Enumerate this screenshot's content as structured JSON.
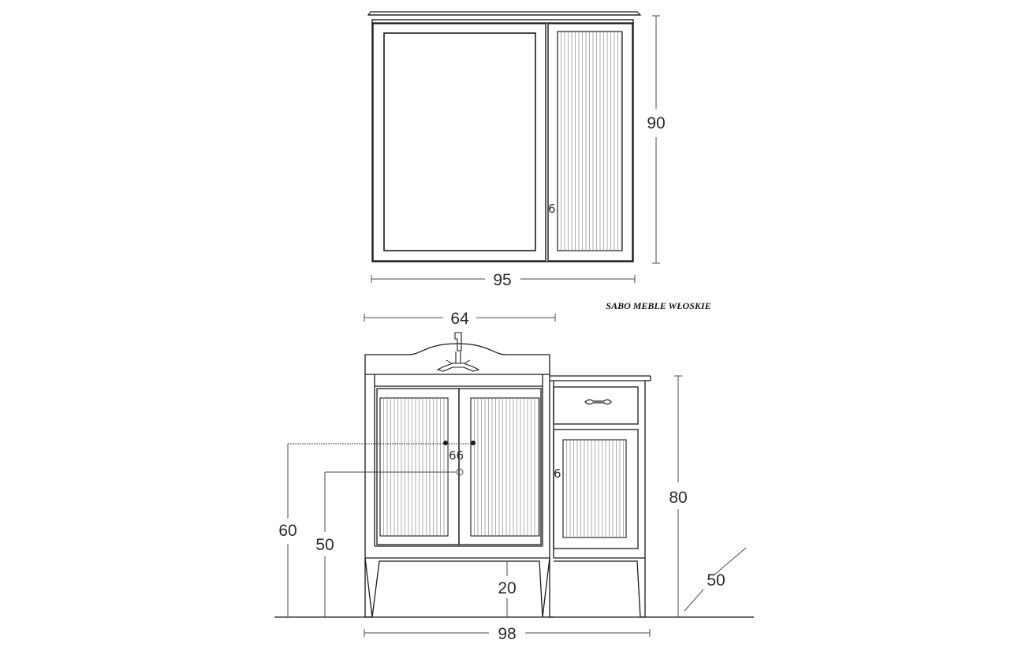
{
  "brand": "SABO MEBLE WŁOSKIE",
  "mirror_cabinet": {
    "width_label": "95",
    "height_label": "90",
    "handle_glyph": "6"
  },
  "vanity": {
    "basin_width_label": "64",
    "total_width_label": "98",
    "total_height_label": "80",
    "depth_label": "50",
    "handle_height_label": "60",
    "drain_height_label": "50",
    "leg_height_label": "20",
    "door_handle_glyphs": "66",
    "side_handle_glyph": "6"
  },
  "colors": {
    "line": "#1a1a1a",
    "dimension_line": "#4a4a4a",
    "background": "#ffffff"
  }
}
